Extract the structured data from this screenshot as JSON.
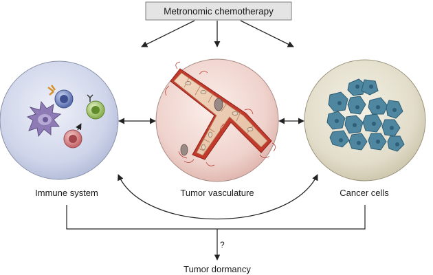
{
  "diagram": {
    "top_box": {
      "label": "Metronomic chemotherapy"
    },
    "panels": [
      {
        "id": "immune",
        "label": "Immune system"
      },
      {
        "id": "vasculature",
        "label": "Tumor vasculature"
      },
      {
        "id": "cancer",
        "label": "Cancer cells"
      }
    ],
    "question_mark": "?",
    "outcome": "Tumor dormancy"
  }
}
